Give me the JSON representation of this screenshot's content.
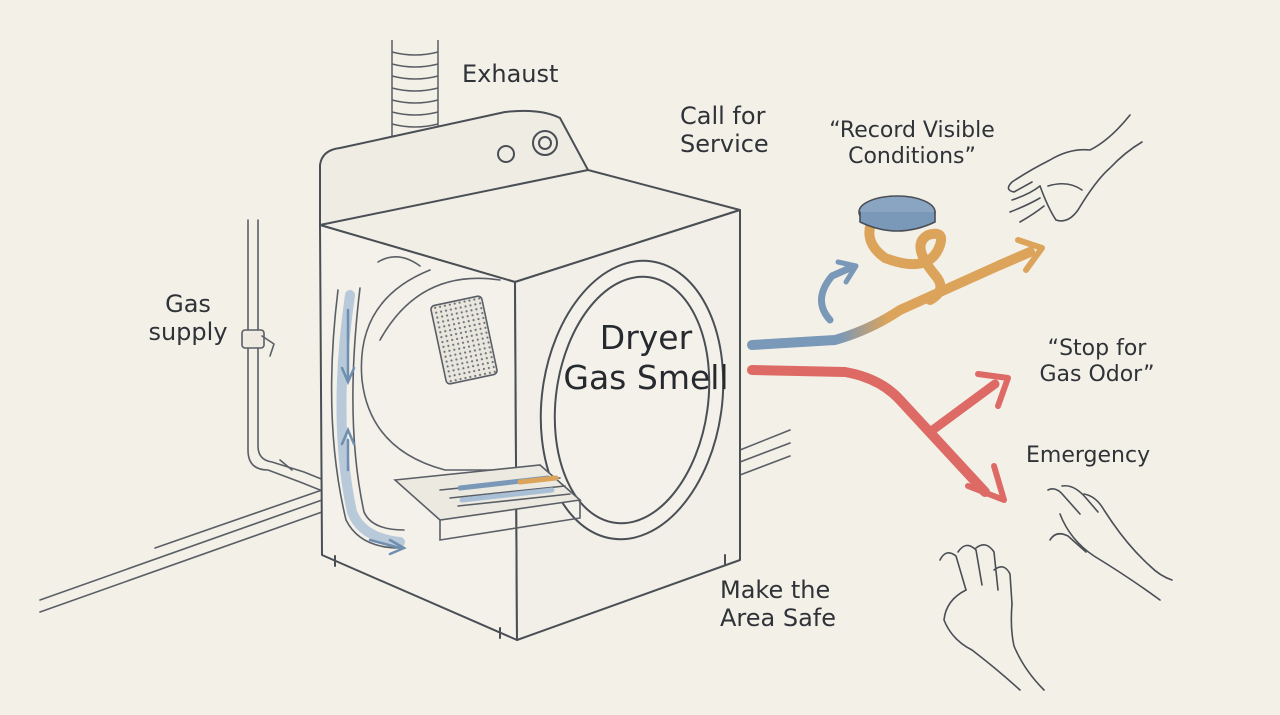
{
  "labels": {
    "exhaust": "Exhaust",
    "gas_supply": "Gas\nsupply",
    "call_for_service": "Call for\nService",
    "record_conditions": "“Record Visible\nConditions”",
    "dryer_gas_smell": "Dryer\nGas Smell",
    "stop_for_gas_odor": "“Stop for\nGas Odor”",
    "emergency": "Emergency",
    "make_area_safe": "Make the\nArea Safe"
  },
  "colors": {
    "background": "#f3f0e8",
    "line": "#4a4f55",
    "blue_path": "#7a98b8",
    "orange_path": "#dca45a",
    "red_path": "#de6a66"
  }
}
